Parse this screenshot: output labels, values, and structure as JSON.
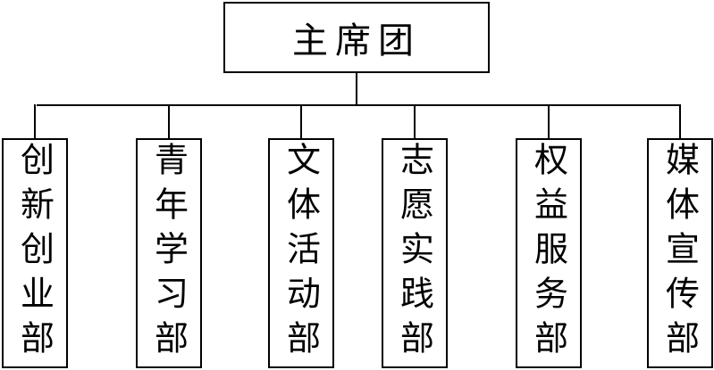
{
  "root": {
    "label": "主席团"
  },
  "departments": [
    {
      "label": "创新创业部"
    },
    {
      "label": "青年学习部"
    },
    {
      "label": "文体活动部"
    },
    {
      "label": "志愿实践部"
    },
    {
      "label": "权益服务部"
    },
    {
      "label": "媒体宣传部"
    }
  ]
}
